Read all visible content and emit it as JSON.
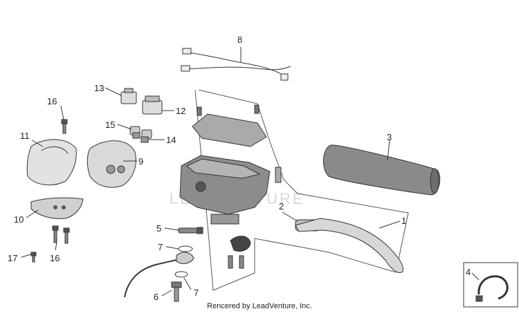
{
  "diagram": {
    "watermark": "LEADVENTURE",
    "footer": "Rencered by LeadVenture, Inc.",
    "callouts": {
      "p1": "1",
      "p2": "2",
      "p3": "3",
      "p4": "4",
      "p5": "5",
      "p6": "6",
      "p7a": "7",
      "p7b": "7",
      "p8": "8",
      "p9": "9",
      "p10": "10",
      "p11": "11",
      "p12": "12",
      "p13": "13",
      "p14": "14",
      "p15": "15",
      "p16a": "16",
      "p16b": "16",
      "p17": "17"
    }
  }
}
